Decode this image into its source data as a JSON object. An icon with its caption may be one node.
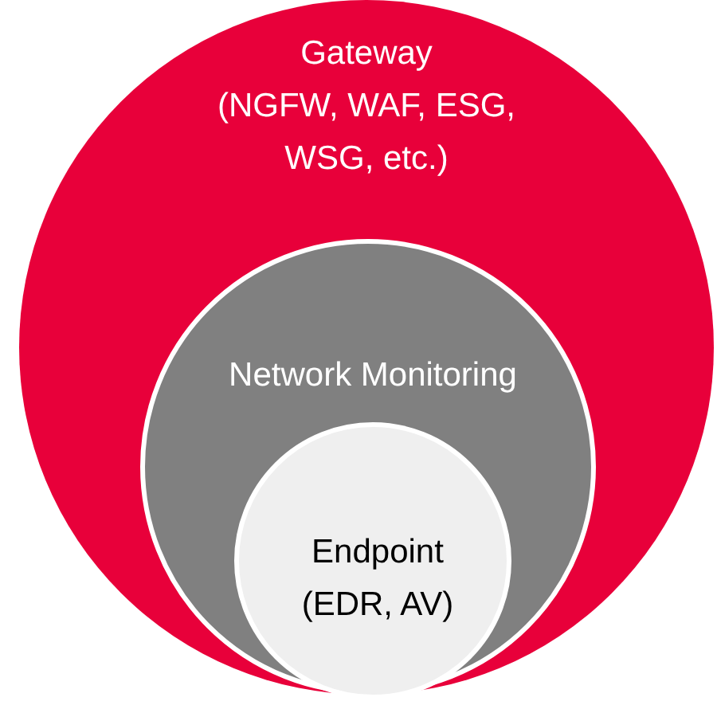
{
  "diagram": {
    "nodes": [
      {
        "text": [
          "Gateway",
          "(NGFW, WAF, ESG, WSG, etc.)"
        ]
      },
      {
        "text": [
          "Network Monitoring"
        ],
        "in": 0
      },
      {
        "text": [
          "Endpoint",
          "(EDR, AV)"
        ],
        "in": 1
      }
    ]
  }
}
